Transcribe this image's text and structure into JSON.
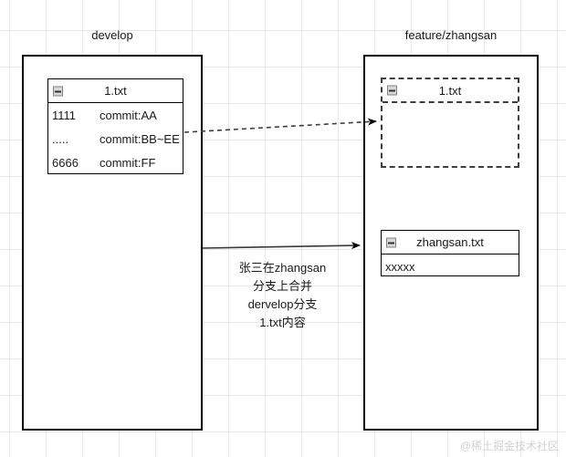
{
  "diagram": {
    "branches": [
      {
        "id": "develop",
        "title": "develop",
        "cards": [
          {
            "id": "develop-1txt",
            "name": "1.txt",
            "style": "solid",
            "collapse_icon": "collapse-minus-icon",
            "rows": [
              {
                "hash": "1111",
                "message": "commit:AA"
              },
              {
                "hash": ".....",
                "message": "commit:BB~EE"
              },
              {
                "hash": "6666",
                "message": "commit:FF"
              }
            ]
          }
        ]
      },
      {
        "id": "feature-zhangsan",
        "title": "feature/zhangsan",
        "cards": [
          {
            "id": "feature-1txt",
            "name": "1.txt",
            "style": "dashed",
            "collapse_icon": "collapse-minus-icon",
            "rows": []
          },
          {
            "id": "feature-zhangsan-txt",
            "name": "zhangsan.txt",
            "style": "solid",
            "collapse_icon": "collapse-minus-icon",
            "rows": [
              {
                "text": "xxxxx"
              }
            ]
          }
        ]
      }
    ],
    "connectors": [
      {
        "id": "merge-1txt-connector",
        "style": "dashed",
        "label": ""
      },
      {
        "id": "merge-branch-connector",
        "style": "solid",
        "label": "merge-note"
      }
    ],
    "merge_note": {
      "line1": "张三在zhangsan",
      "line2": "分支上合并",
      "line3": "dervelop分支",
      "line4": "1.txt内容"
    }
  },
  "watermark": "@稀土掘金技术社区",
  "colors": {
    "stroke": "#000000",
    "dashed_stroke": "#3d3d3d",
    "grid": "#e8e8e8",
    "text": "#1a1a1a",
    "watermark": "#d2d2d2"
  }
}
